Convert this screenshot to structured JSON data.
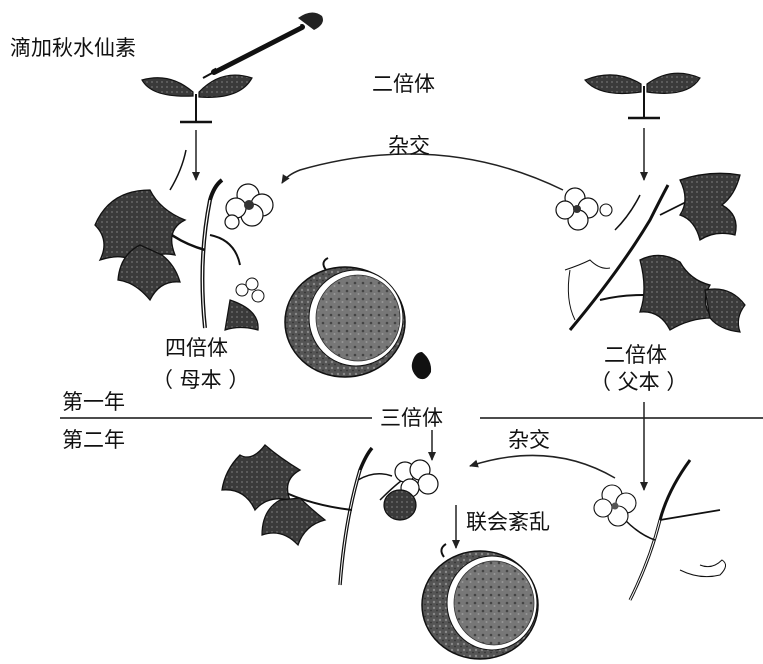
{
  "labels": {
    "colchicine": "滴加秋水仙素",
    "diploid_top": "二倍体",
    "cross_top": "杂交",
    "tetraploid": "四倍体",
    "mother": "（ 母本 ）",
    "diploid_right": "二倍体",
    "father": "（ 父本 ）",
    "first_year": "第一年",
    "second_year": "第二年",
    "triploid": "三倍体",
    "cross_bottom": "杂交",
    "synapsis": "联会紊乱"
  }
}
